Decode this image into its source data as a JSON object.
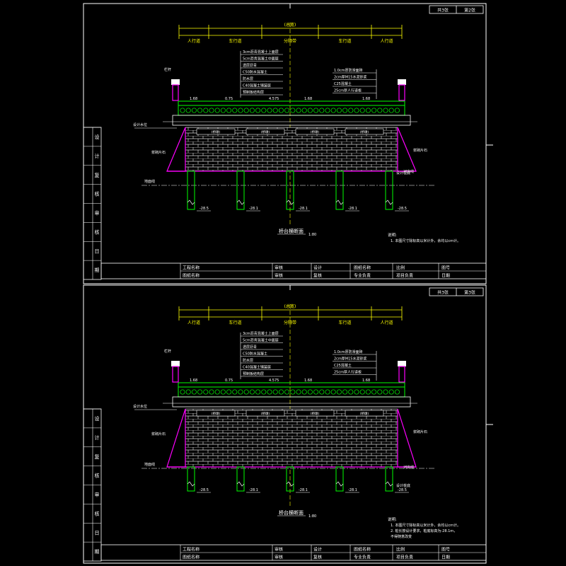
{
  "sheets": [
    {
      "sheet_no": "共3张",
      "page_no": "第2张",
      "widths": [
        "人行道",
        "车行道",
        "分隔带",
        "车行道",
        "人行道"
      ],
      "total_width_label": "(总宽)",
      "layers_left": [
        "3cm沥青混凝土上面层",
        "5cm沥青混凝土中面层",
        "透层沥青",
        "C50防水混凝土",
        "防水层",
        "C40混凝土铺装层",
        "预制板结构层"
      ],
      "layers_right": [
        "1.0cm厚防滑面砖",
        "2cm厚M15水泥砂浆",
        "C25混凝土",
        "25cm厚人行道板"
      ],
      "elev_labels": [
        "1.68",
        "0.75",
        "4.575",
        "1.68",
        "1.68"
      ],
      "pier_labels": [
        "(桥墩)",
        "(桥墩)",
        "(桥墩)",
        "(桥墩)"
      ],
      "pile_depths": [
        "-28.5",
        "-28.1",
        "-28.1",
        "-28.1",
        "-28.5"
      ],
      "left_notes": [
        "栏杆",
        "设计水位",
        "浆砌片石",
        "地面线"
      ],
      "right_notes": [
        "浆砌片石",
        "河床线",
        "设计桩底"
      ],
      "section_title": "桥台横断面",
      "scale": "1:80",
      "notes_title": "说明:",
      "notes": [
        "1. 本图尺寸除标高以米计外，余均以cm计。"
      ],
      "title_block": {
        "row1": [
          "工程名称",
          "审核",
          "设计",
          "图纸名称",
          "比例",
          "图号"
        ],
        "row2": [
          "图纸名称",
          "审核",
          "复核",
          "专业负责",
          "项目负责",
          "日期"
        ]
      },
      "side_labels": [
        "设",
        "计",
        "复",
        "核",
        "审",
        "核",
        "日",
        "期"
      ]
    },
    {
      "sheet_no": "共3张",
      "page_no": "第3张",
      "widths": [
        "人行道",
        "车行道",
        "分隔带",
        "车行道",
        "人行道"
      ],
      "total_width_label": "(总宽)",
      "layers_left": [
        "3cm沥青混凝土上面层",
        "5cm沥青混凝土中面层",
        "透层沥青",
        "C50防水混凝土",
        "防水层",
        "C40混凝土铺装层",
        "预制板结构层"
      ],
      "layers_right": [
        "1.0cm厚防滑面砖",
        "2cm厚M15水泥砂浆",
        "C25混凝土",
        "25cm厚人行道板"
      ],
      "elev_labels": [
        "1.68",
        "0.75",
        "4.575",
        "1.68",
        "1.68"
      ],
      "pier_labels": [
        "(桥墩)",
        "(桥墩)",
        "(桥墩)",
        "(桥墩)"
      ],
      "pile_depths": [
        "-28.5",
        "-28.1",
        "-28.1",
        "-28.1",
        "-28.5"
      ],
      "left_notes": [
        "栏杆",
        "设计水位",
        "浆砌片石",
        "地面线"
      ],
      "right_notes": [
        "浆砌片石",
        "河床线",
        "设计桩底"
      ],
      "section_title": "桥台横断面",
      "scale": "1:80",
      "notes_title": "说明:",
      "notes": [
        "1. 本图尺寸除标高以米计外，余均以cm计。",
        "2. 桩长按设计要求，桩底标高为-28.1m，",
        "   不得随意改变"
      ],
      "title_block": {
        "row1": [
          "工程名称",
          "审核",
          "设计",
          "图纸名称",
          "比例",
          "图号"
        ],
        "row2": [
          "图纸名称",
          "审核",
          "复核",
          "专业负责",
          "项目负责",
          "日期"
        ]
      },
      "side_labels": [
        "设",
        "计",
        "复",
        "核",
        "审",
        "核",
        "日",
        "期"
      ]
    }
  ],
  "colors": {
    "background": "#000000",
    "frame": "#ffffff",
    "dimension": "#ffff00",
    "structure": "#00ff00",
    "masonry": "#ff00ff",
    "brick": "#ffffff",
    "accent": "#00ffff",
    "pile": "#ffffff"
  }
}
